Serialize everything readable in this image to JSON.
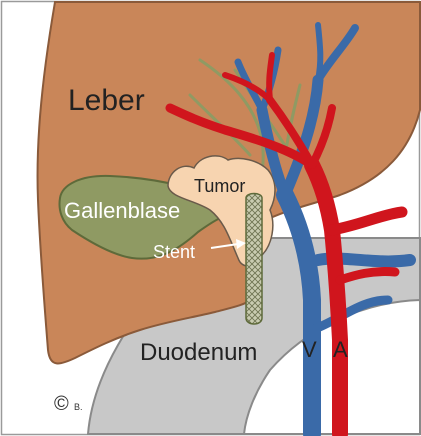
{
  "labels": {
    "liver": "Leber",
    "tumor": "Tumor",
    "gallbladder": "Gallenblase",
    "stent": "Stent",
    "duodenum": "Duodenum",
    "vein": "V",
    "artery": "A",
    "copyright_mark": "©",
    "copyright_initial": "B."
  },
  "colors": {
    "liver": "#c98659",
    "liver_outline": "#8a5a3a",
    "gallbladder": "#8f9a63",
    "gallbladder_outline": "#5e6a3a",
    "tumor": "#f7d4b0",
    "stent": "#c9ccb0",
    "duodenum": "#c8c8c8",
    "duodenum_outline": "#8a8a8a",
    "vein": "#3a6aa8",
    "artery": "#d0151d",
    "frame": "#9a9a9a"
  }
}
